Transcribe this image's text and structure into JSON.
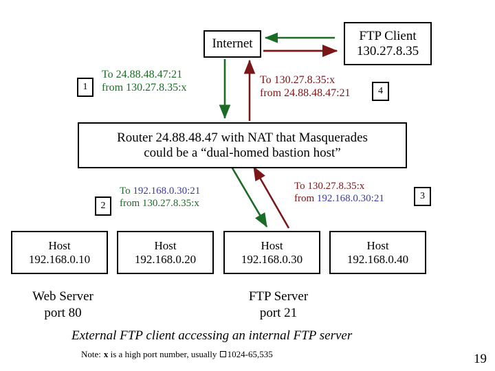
{
  "slide": {
    "page_number": "19",
    "caption": "External FTP client accessing an internal FTP server",
    "note_prefix": "Note:",
    "note_x": "x",
    "note_middle": " is a high port number, usually ",
    "note_range": "1024-65,535"
  },
  "colors": {
    "outbound_green": "#1a6b24",
    "inbound_red": "#7a1518",
    "internal_ip_blue": "#3b3b9e",
    "box_border": "#000000",
    "background": "#ffffff"
  },
  "nodes": {
    "internet": {
      "label": "Internet"
    },
    "ftp_client": {
      "line1": "FTP Client",
      "line2": "130.27.8.35"
    },
    "router": {
      "line1": "Router 24.88.48.47 with NAT that Masquerades",
      "line2": "could be a “dual-homed bastion host”"
    },
    "hosts": [
      {
        "label": "Host",
        "ip": "192.168.0.10"
      },
      {
        "label": "Host",
        "ip": "192.168.0.20"
      },
      {
        "label": "Host",
        "ip": "192.168.0.30"
      },
      {
        "label": "Host",
        "ip": "192.168.0.40"
      }
    ]
  },
  "servers": {
    "web": {
      "line1": "Web Server",
      "line2": "port 80"
    },
    "ftp": {
      "line1": "FTP Server",
      "line2": "port 21"
    }
  },
  "packets": [
    {
      "step": "1",
      "to_prefix": "To ",
      "to_value": "24.88.48.47:21",
      "from_prefix": "from ",
      "from_value": "130.27.8.35:x",
      "direction": "outbound",
      "color": "#1a6b24"
    },
    {
      "step": "2",
      "to_prefix": "To ",
      "to_value": "192.168.0.30:21",
      "from_prefix": "from ",
      "from_value": "130.27.8.35:x",
      "direction": "outbound",
      "color": "#1a6b24"
    },
    {
      "step": "3",
      "to_prefix": "To ",
      "to_value": "130.27.8.35:x",
      "from_prefix": "from ",
      "from_value": "192.168.0.30:21",
      "direction": "inbound",
      "color": "#7a1518"
    },
    {
      "step": "4",
      "to_prefix": "To ",
      "to_value": "130.27.8.35:x",
      "from_prefix": "from ",
      "from_value": "24.88.48.47:21",
      "direction": "inbound",
      "color": "#7a1518"
    }
  ]
}
